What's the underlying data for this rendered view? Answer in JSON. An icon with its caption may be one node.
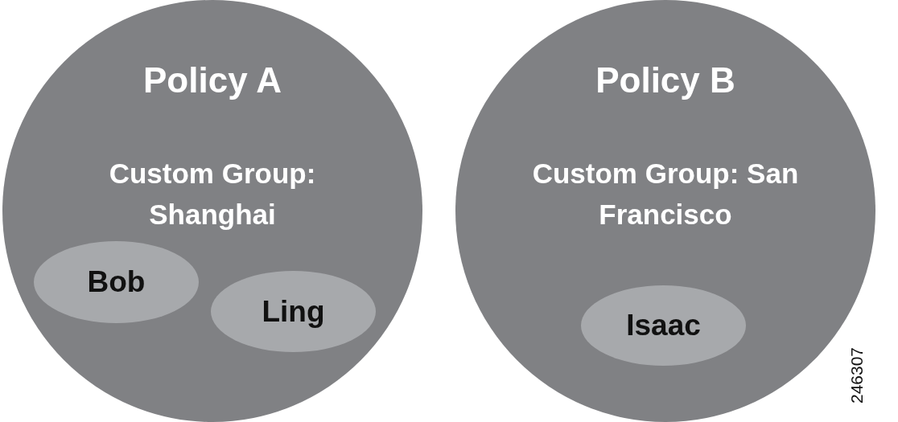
{
  "diagram": {
    "nodes": [
      {
        "text": [
          "Policy A",
          "Custom Group: Shanghai"
        ]
      },
      {
        "text": [
          "Bob"
        ],
        "in": 0
      },
      {
        "text": [
          "Ling"
        ],
        "in": 0
      },
      {
        "text": [
          "Policy B",
          "Custom Group: San Francisco"
        ]
      },
      {
        "text": [
          "Isaac"
        ],
        "in": 3
      }
    ],
    "labels": [
      "246307"
    ]
  }
}
